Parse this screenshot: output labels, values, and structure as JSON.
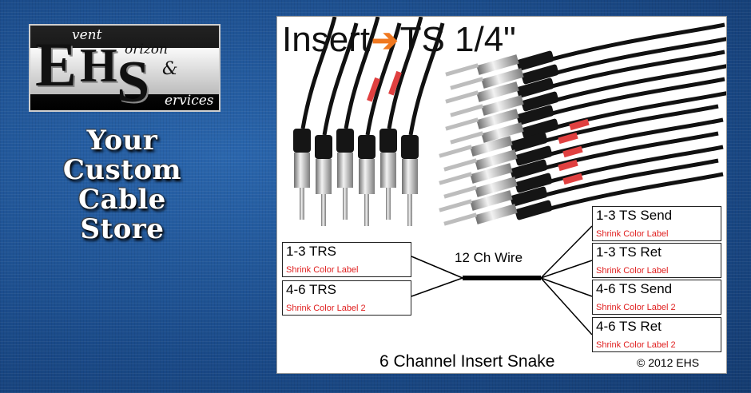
{
  "logo": {
    "initials": [
      "E",
      "H",
      "S"
    ],
    "words": [
      "vent",
      "orizon",
      "&",
      "ervices"
    ]
  },
  "tagline": [
    "Your",
    "Custom Cable",
    "Store"
  ],
  "product": {
    "title_left": "Insert",
    "arrow": "➔",
    "title_right": "TS 1/4\"",
    "wire_label": "12 Ch Wire",
    "caption": "6 Channel Insert Snake",
    "copyright": "© 2012 EHS",
    "left_labels": [
      {
        "main": "1-3 TRS",
        "sub": "Shrink Color Label"
      },
      {
        "main": "4-6 TRS",
        "sub": "Shrink Color Label 2"
      }
    ],
    "right_labels": [
      {
        "main": "1-3 TS Send",
        "sub": "Shrink Color Label"
      },
      {
        "main": "1-3 TS Ret",
        "sub": "Shrink Color Label"
      },
      {
        "main": "4-6 TS Send",
        "sub": "Shrink Color Label 2"
      },
      {
        "main": "4-6 TS Ret",
        "sub": "Shrink Color Label 2"
      }
    ]
  },
  "colors": {
    "background": "#1d4f8f",
    "accent": "#f07820",
    "label_red": "#e02020"
  }
}
